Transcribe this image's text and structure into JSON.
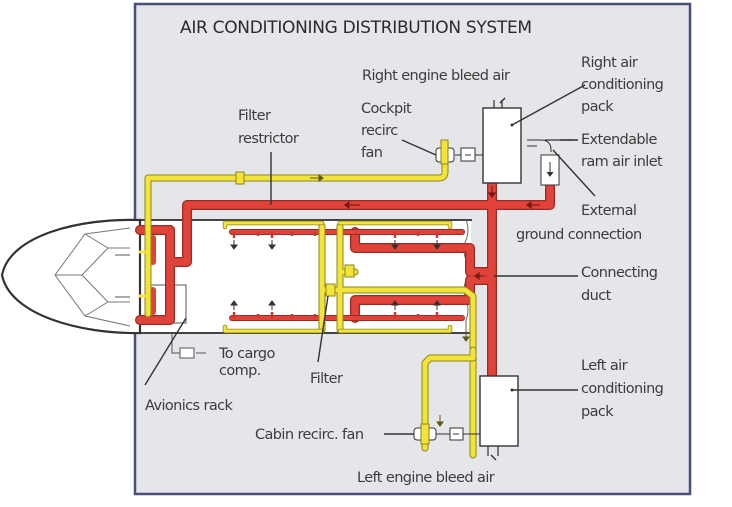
{
  "diagram": {
    "title": "AIR CONDITIONING DISTRIBUTION SYSTEM",
    "colors": {
      "panel_background": "#e4e6ea",
      "panel_border": "#4a4f7a",
      "conditioned_air_duct": "#e0433a",
      "recirculated_air_duct": "#f3e43a",
      "fuselage_interior": "#ffffff"
    },
    "labels": {
      "right_engine_bleed_air": "Right engine bleed air",
      "right_pack_line1": "Right air",
      "right_pack_line2": "conditioning",
      "right_pack_line3": "pack",
      "filter_restrictor_line1": "Filter",
      "filter_restrictor_line2": "restrictor",
      "cockpit_fan_line1": "Cockpit",
      "cockpit_fan_line2": "recirc",
      "cockpit_fan_line3": "fan",
      "ram_air_line1": "Extendable",
      "ram_air_line2": "ram air inlet",
      "external_ground_line1": "External",
      "external_ground_line2": "ground connection",
      "connecting_duct_line1": "Connecting",
      "connecting_duct_line2": "duct",
      "to_cargo_line1": "To cargo",
      "to_cargo_line2": "comp.",
      "filter": "Filter",
      "avionics_rack": "Avionics rack",
      "left_pack_line1": "Left air",
      "left_pack_line2": "conditioning",
      "left_pack_line3": "pack",
      "cabin_recirc_fan": "Cabin recirc. fan",
      "left_engine_bleed_air": "Left engine  bleed air"
    }
  }
}
